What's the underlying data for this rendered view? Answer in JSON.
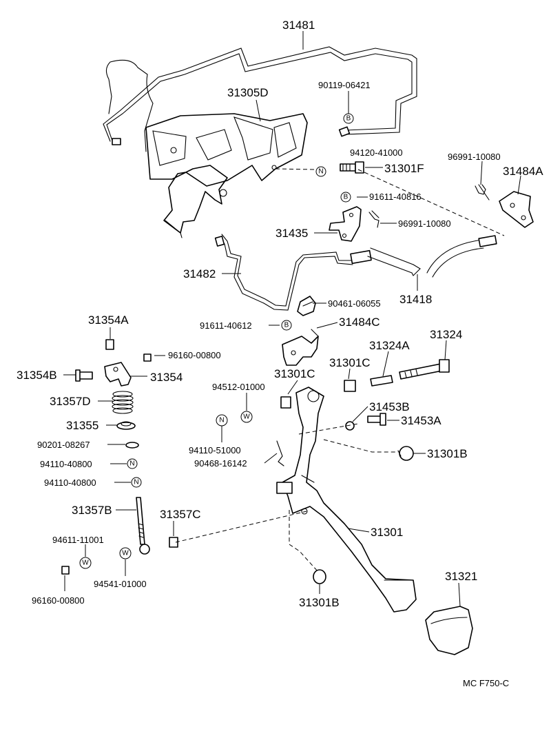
{
  "diagram": {
    "code": "MC  F750-C",
    "labels": {
      "p31481": "31481",
      "p31305D": "31305D",
      "p90119": "90119-06421",
      "p94120": "94120-41000",
      "p31301F": "31301F",
      "p96991a": "96991-10080",
      "p31484A": "31484A",
      "p91611a": "91611-40816",
      "p96991b": "96991-10080",
      "p31435": "31435",
      "p31482": "31482",
      "p31418": "31418",
      "p90461": "90461-06055",
      "p91611b": "91611-40612",
      "p31484C": "31484C",
      "p31354A": "31354A",
      "p96160a": "96160-00800",
      "p31354B": "31354B",
      "p31354": "31354",
      "p31357D": "31357D",
      "p31355": "31355",
      "p90201": "90201-08267",
      "p94110a": "94110-40800",
      "p94110b": "94110-40800",
      "p31357B": "31357B",
      "p94611": "94611-11001",
      "p94541": "94541-01000",
      "p96160b": "96160-00800",
      "p31357C": "31357C",
      "p94512": "94512-01000",
      "p94110c": "94110-51000",
      "p90468": "90468-16142",
      "p31301C_a": "31301C",
      "p31301C_b": "31301C",
      "p31324A": "31324A",
      "p31324": "31324",
      "p31453B": "31453B",
      "p31453A": "31453A",
      "p31301B_a": "31301B",
      "p31301": "31301",
      "p31301B_b": "31301B",
      "p31321": "31321"
    },
    "symbols": {
      "B": "B",
      "N": "N",
      "W": "W"
    }
  }
}
